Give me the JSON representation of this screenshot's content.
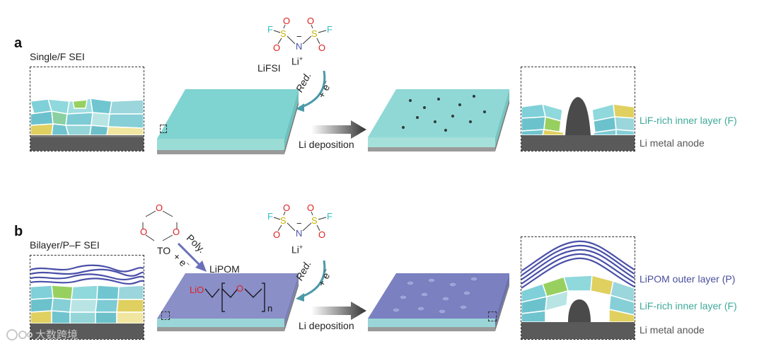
{
  "panel_a": {
    "letter": "a",
    "sei_label": "Single/F SEI",
    "salt_label": "LiFSI",
    "li_ion": "Li",
    "li_charge": "+",
    "reaction_label": "Red.",
    "electron": "+ e",
    "electron_sup": "−",
    "process_label": "Li deposition",
    "legend": [
      {
        "text": "LiF-rich inner layer (F)",
        "color": "#3fa99a"
      },
      {
        "text": "Li metal anode",
        "color": "#555555"
      }
    ]
  },
  "panel_b": {
    "letter": "b",
    "sei_label": "Bilayer/P–F SEI",
    "monomer_label": "TO",
    "poly_label": "Poly.",
    "poly_electron": "+ e",
    "polymer_label": "LiPOM",
    "polymer_end": "LiO",
    "polymer_n": "n",
    "li_ion": "Li",
    "li_charge": "+",
    "reaction_label": "Red.",
    "electron": "+ e",
    "electron_sup": "−",
    "process_label": "Li deposition",
    "legend": [
      {
        "text": "LiPOM outer layer (P)",
        "color": "#4a4f9c"
      },
      {
        "text": "LiF-rich inner layer (F)",
        "color": "#3fa99a"
      },
      {
        "text": "Li metal anode",
        "color": "#555555"
      }
    ]
  },
  "molecule": {
    "F": "F",
    "S": "S",
    "O": "O",
    "N": "N",
    "minus": "−"
  },
  "watermark": "大数跨境",
  "colors": {
    "sei_teal": "#7fd3d6",
    "polymer_blue": "#5a5fb0",
    "anode_gray": "#5a5a5a",
    "arrow_teal": "#4a9aa8",
    "fluorine": "#35c0c8",
    "sulfur": "#c8b400",
    "oxygen": "#e02020",
    "nitrogen": "#4a50a8"
  }
}
